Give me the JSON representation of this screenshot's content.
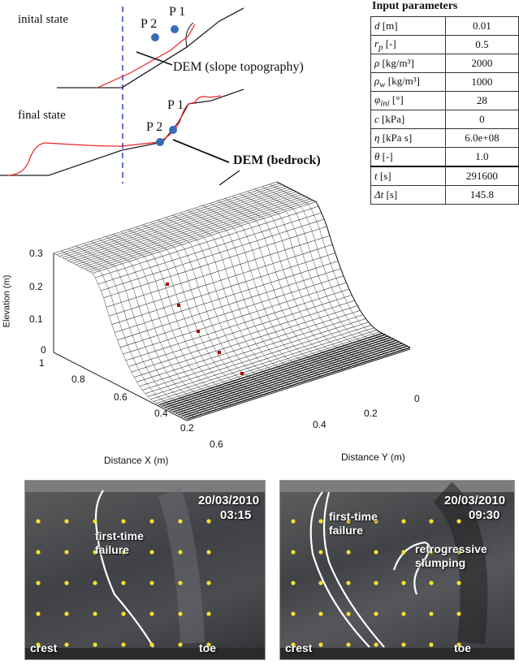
{
  "diagram": {
    "initial_label": "inital state",
    "final_label": "final state",
    "p1": "P 1",
    "p2": "P 2",
    "dem_slope": "DEM (slope topography)",
    "dem_bedrock": "DEM (bedrock)"
  },
  "params": {
    "title": "Input parameters",
    "rows": [
      {
        "sym": "d",
        "unit": "[m]",
        "value": "0.01"
      },
      {
        "sym": "r",
        "sub": "p",
        "unit": "[-]",
        "value": "0.5"
      },
      {
        "sym": "ρ",
        "unit": "[kg/m³]",
        "value": "2000"
      },
      {
        "sym": "ρ",
        "sub": "w",
        "unit": "[kg/m³]",
        "value": "1000"
      },
      {
        "sym": "φ",
        "sub": "ini",
        "unit": "[°]",
        "value": "28"
      },
      {
        "sym": "c",
        "unit": "[kPa]",
        "value": "0"
      },
      {
        "sym": "η",
        "unit": "[kPa s]",
        "value": "6.0e+08"
      },
      {
        "sym": "θ",
        "unit": "[-]",
        "value": "1.0"
      },
      {
        "sym": "t",
        "unit": "[s]",
        "value": "291600"
      },
      {
        "sym": "Δt",
        "unit": "[s]",
        "value": "145.8"
      }
    ]
  },
  "plot3d": {
    "zlabel": "Elevation (m)",
    "xlabel": "Distance X (m)",
    "ylabel": "Distance Y (m)",
    "zticks": [
      "0.3",
      "0.2",
      "0.1",
      "0"
    ],
    "xticks": [
      "1",
      "0.8",
      "0.6",
      "0.4",
      "0.2"
    ],
    "yticks": [
      "0.6",
      "0.4",
      "0.2",
      "0"
    ]
  },
  "photos": [
    {
      "date": "20/03/2010",
      "time": "03:15",
      "failure": "first-time\nfailure",
      "crest": "crest",
      "toe": "toe"
    },
    {
      "date": "20/03/2010",
      "time": "09:30",
      "failure": "first-time\nfailure",
      "slump": "retrogressive\nslumping",
      "crest": "crest",
      "toe": "toe"
    }
  ]
}
